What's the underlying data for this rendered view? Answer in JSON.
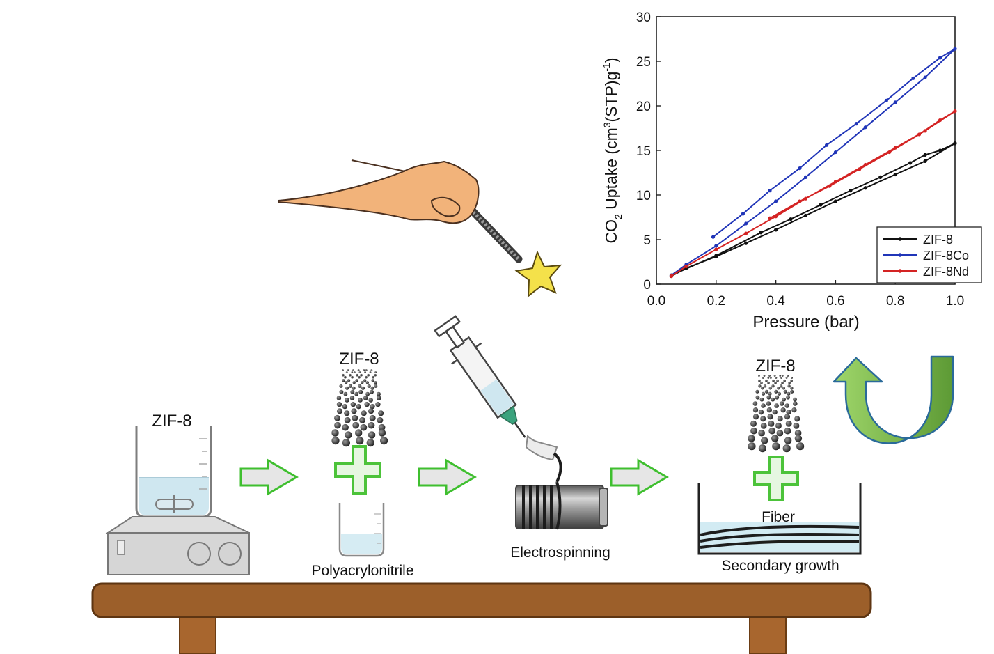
{
  "labels": {
    "beaker_zif": "ZIF-8",
    "pan_zif": "ZIF-8",
    "pan": "Polyacrylonitrile",
    "electrospinning": "Electrospinning",
    "growth_zif": "ZIF-8",
    "fiber": "Fiber",
    "secondary_growth": "Secondary growth"
  },
  "colors": {
    "green_arrow": "#3fbf2f",
    "plus": "#4cc33a",
    "table": "#9c5f2a",
    "curved_arrow": "#7ab648"
  },
  "icons": [
    "magic-wand-hand",
    "stirrer-beaker",
    "particle-cluster",
    "syringe",
    "collector-drum",
    "growth-dish"
  ],
  "chart_data": {
    "type": "line",
    "xlabel": "Pressure (bar)",
    "ylabel_parts": [
      "CO",
      "2",
      " Uptake (cm",
      "3",
      "(STP)g",
      "-1",
      ")"
    ],
    "xlim": [
      0.0,
      1.0
    ],
    "ylim": [
      0,
      30
    ],
    "xticks": [
      "0.0",
      "0.2",
      "0.4",
      "0.6",
      "0.8",
      "1.0"
    ],
    "yticks": [
      "0",
      "5",
      "10",
      "15",
      "20",
      "25",
      "30"
    ],
    "legend_position": "bottom-right",
    "series": [
      {
        "name": "ZIF-8",
        "color": "#111111",
        "adsorption": [
          [
            0.05,
            0.9
          ],
          [
            0.1,
            1.8
          ],
          [
            0.2,
            3.1
          ],
          [
            0.3,
            4.6
          ],
          [
            0.4,
            6.1
          ],
          [
            0.5,
            7.7
          ],
          [
            0.6,
            9.3
          ],
          [
            0.7,
            10.8
          ],
          [
            0.8,
            12.3
          ],
          [
            0.9,
            13.8
          ],
          [
            1.0,
            15.8
          ]
        ],
        "desorption": [
          [
            1.0,
            15.8
          ],
          [
            0.95,
            15.0
          ],
          [
            0.9,
            14.5
          ],
          [
            0.85,
            13.6
          ],
          [
            0.75,
            12.0
          ],
          [
            0.65,
            10.5
          ],
          [
            0.55,
            8.9
          ],
          [
            0.45,
            7.3
          ],
          [
            0.35,
            5.8
          ],
          [
            0.2,
            3.2
          ],
          [
            0.05,
            1.0
          ]
        ]
      },
      {
        "name": "ZIF-8Co",
        "color": "#2035b8",
        "adsorption": [
          [
            0.05,
            1.0
          ],
          [
            0.1,
            2.2
          ],
          [
            0.2,
            4.3
          ],
          [
            0.3,
            6.8
          ],
          [
            0.4,
            9.3
          ],
          [
            0.5,
            12.0
          ],
          [
            0.6,
            14.8
          ],
          [
            0.7,
            17.6
          ],
          [
            0.8,
            20.4
          ],
          [
            0.9,
            23.2
          ],
          [
            1.0,
            26.4
          ]
        ],
        "desorption": [
          [
            1.0,
            26.4
          ],
          [
            0.95,
            25.4
          ],
          [
            0.86,
            23.1
          ],
          [
            0.77,
            20.6
          ],
          [
            0.67,
            18.0
          ],
          [
            0.57,
            15.6
          ],
          [
            0.48,
            13.0
          ],
          [
            0.38,
            10.5
          ],
          [
            0.29,
            7.9
          ],
          [
            0.19,
            5.3
          ]
        ]
      },
      {
        "name": "ZIF-8Nd",
        "color": "#d42323",
        "adsorption": [
          [
            0.05,
            0.9
          ],
          [
            0.1,
            2.0
          ],
          [
            0.2,
            3.9
          ],
          [
            0.3,
            5.7
          ],
          [
            0.4,
            7.6
          ],
          [
            0.5,
            9.6
          ],
          [
            0.6,
            11.5
          ],
          [
            0.7,
            13.4
          ],
          [
            0.8,
            15.3
          ],
          [
            0.9,
            17.2
          ],
          [
            1.0,
            19.4
          ]
        ],
        "desorption": [
          [
            1.0,
            19.4
          ],
          [
            0.95,
            18.4
          ],
          [
            0.88,
            16.8
          ],
          [
            0.78,
            14.8
          ],
          [
            0.68,
            12.9
          ],
          [
            0.58,
            11.0
          ],
          [
            0.48,
            9.3
          ],
          [
            0.38,
            7.4
          ]
        ]
      }
    ]
  }
}
